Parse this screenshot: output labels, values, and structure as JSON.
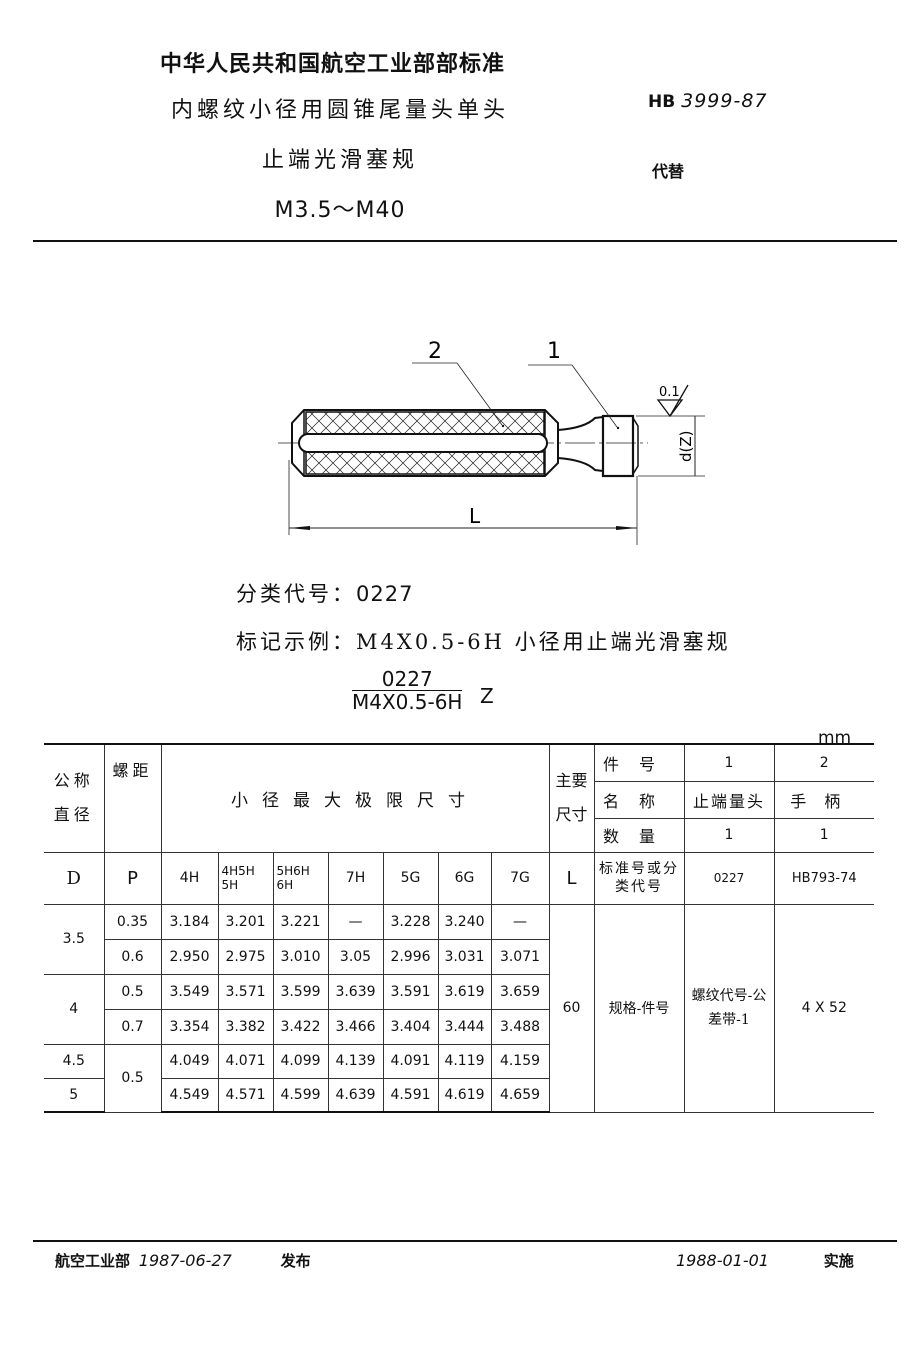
{
  "header": {
    "organization": "中华人民共和国航空工业部部标准",
    "title_lines": [
      "内螺纹小径用圆锥尾量头单头",
      "止端光滑塞规",
      "M3.5～M40"
    ],
    "standard_prefix": "HB",
    "standard_number": "3999-87",
    "replaces_label": "代替"
  },
  "drawing": {
    "callout_1": "1",
    "callout_2": "2",
    "roughness": "0.1",
    "dim_d": "d(Z)",
    "dim_L": "L"
  },
  "info": {
    "classification_label": "分类代号",
    "classification_value": "0227",
    "marking_label": "标记示例",
    "marking_value": "M4X0.5-6H 小径用止端光滑塞规",
    "fraction_numerator": "0227",
    "fraction_denominator": "M4X0.5-6H",
    "fraction_suffix": "Z"
  },
  "table": {
    "unit": "mm",
    "headers": {
      "nominal_diameter": "公称直径",
      "pitch": "螺距",
      "minor_dia_max": "小径最大极限尺寸",
      "main_dim": "主要尺寸",
      "D": "D",
      "P": "P",
      "L": "L",
      "tolerance_classes": [
        "4H",
        "4H5H 5H",
        "5H6H 6H",
        "7H",
        "5G",
        "6G",
        "7G"
      ]
    },
    "parts": {
      "part_no_label": "件号",
      "name_label": "名称",
      "qty_label": "数量",
      "std_label": "标准号或分类代号",
      "part1": {
        "no": "1",
        "name": "止端量头",
        "qty": "1",
        "std": "0227"
      },
      "part2": {
        "no": "2",
        "name": "手柄",
        "qty": "1",
        "std": "HB793-74"
      }
    },
    "rows": [
      {
        "D": "3.5",
        "P": "0.35",
        "values": [
          "3.184",
          "3.201",
          "3.221",
          "—",
          "3.228",
          "3.240",
          "—"
        ]
      },
      {
        "D": "3.5",
        "P": "0.6",
        "values": [
          "2.950",
          "2.975",
          "3.010",
          "3.05",
          "2.996",
          "3.031",
          "3.071"
        ]
      },
      {
        "D": "4",
        "P": "0.5",
        "values": [
          "3.549",
          "3.571",
          "3.599",
          "3.639",
          "3.591",
          "3.619",
          "3.659"
        ]
      },
      {
        "D": "4",
        "P": "0.7",
        "values": [
          "3.354",
          "3.382",
          "3.422",
          "3.466",
          "3.404",
          "3.444",
          "3.488"
        ]
      },
      {
        "D": "4.5",
        "P": "0.5",
        "values": [
          "4.049",
          "4.071",
          "4.099",
          "4.139",
          "4.091",
          "4.119",
          "4.159"
        ]
      },
      {
        "D": "5",
        "P": "0.5",
        "values": [
          "4.549",
          "4.571",
          "4.599",
          "4.639",
          "4.591",
          "4.619",
          "4.659"
        ]
      }
    ],
    "L_value": "60",
    "spec_part": "规格-件号",
    "part1_marking": "螺纹代号-公差带-1",
    "part2_marking": "4 X 52"
  },
  "footer": {
    "issuer": "航空工业部",
    "issue_date": "1987-06-27",
    "issue_label": "发布",
    "effective_date": "1988-01-01",
    "effective_label": "实施"
  }
}
